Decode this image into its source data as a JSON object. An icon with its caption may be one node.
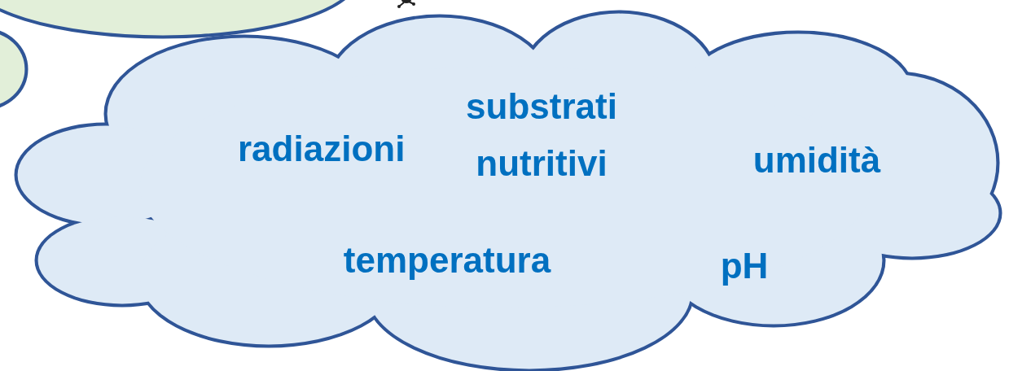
{
  "diagram": {
    "nodes": [
      {
        "text": [],
        "shape": "cloud"
      },
      {
        "text": [
          "radiazioni",
          "substrati nutritivi",
          "umidità",
          "temperatura",
          "pH"
        ]
      }
    ]
  }
}
